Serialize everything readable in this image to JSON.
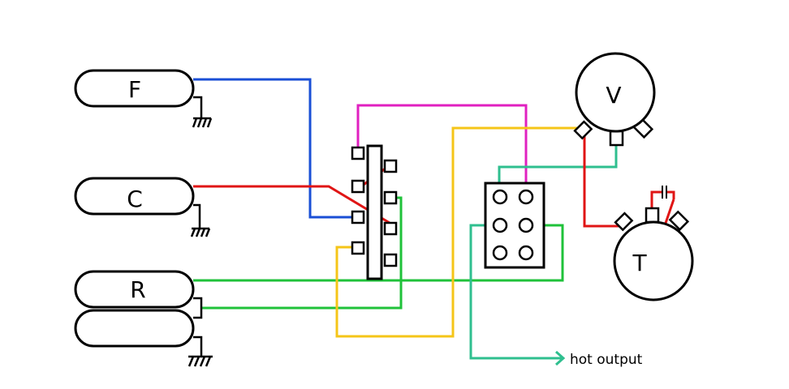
{
  "pickups": {
    "front": "F",
    "center": "C",
    "rear": "R"
  },
  "pots": {
    "volume": "V",
    "tone": "T"
  },
  "output": {
    "label": "hot output"
  },
  "wire_colors": {
    "blue": "#1a4fd6",
    "red": "#e01515",
    "green": "#1fc23a",
    "yellow": "#f5c518",
    "magenta": "#e020c0",
    "teal": "#2fbf8f"
  }
}
